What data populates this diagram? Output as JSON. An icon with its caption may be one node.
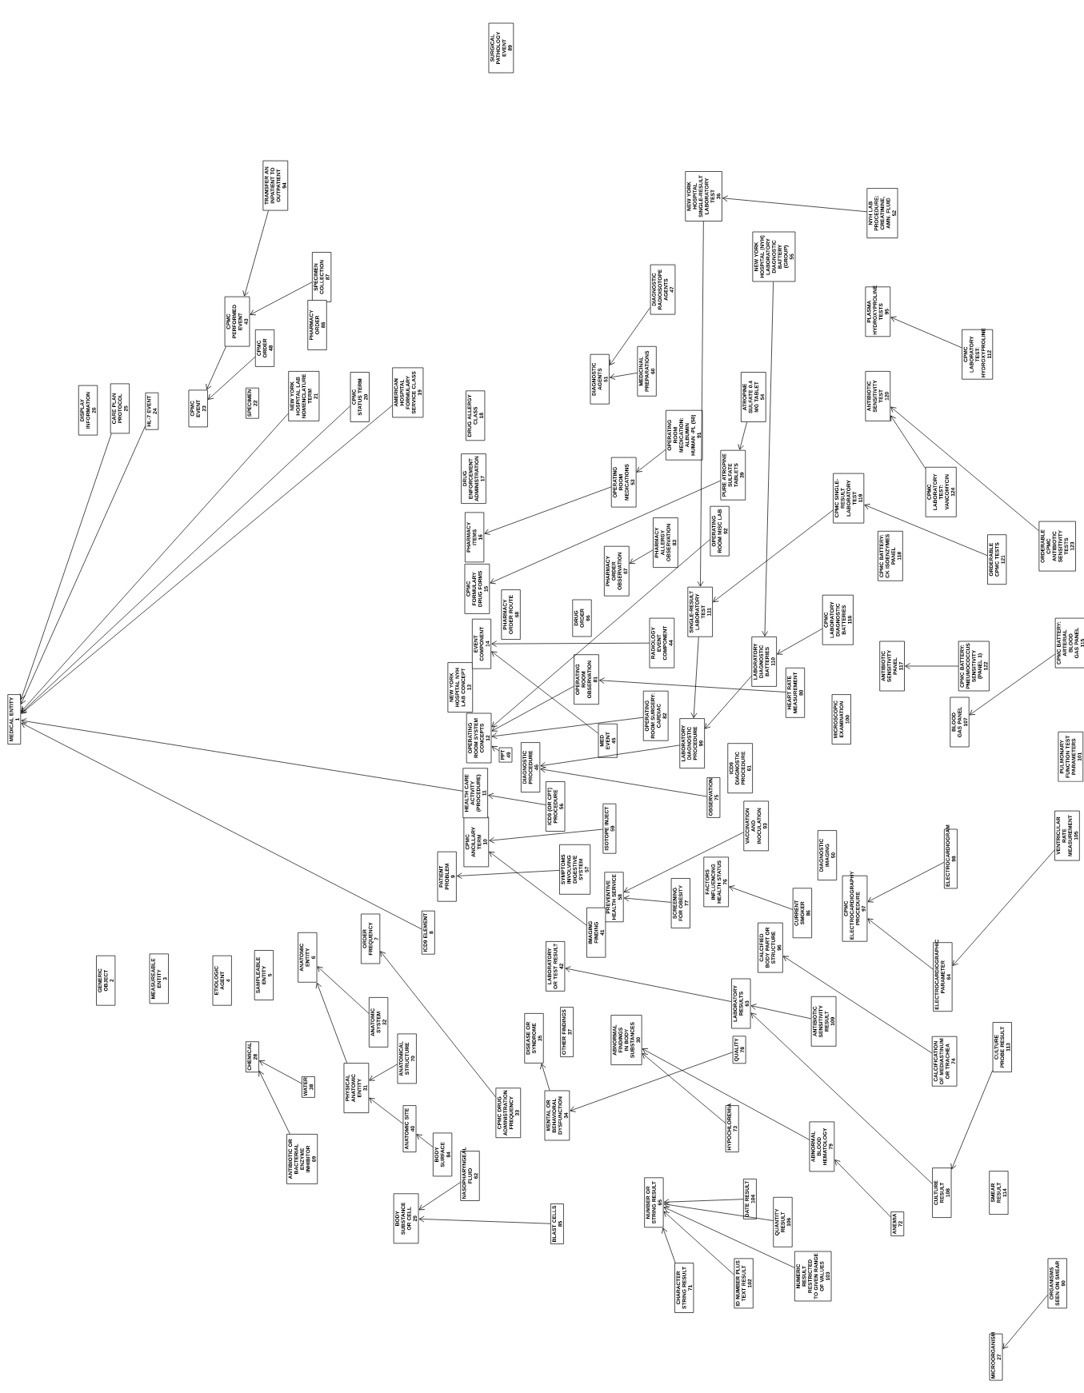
{
  "diagram": {
    "nodes": [
      {
        "text": [
          "MEDICAL ENTITY",
          "1"
        ]
      },
      {
        "text": [
          "GENERIC OBJECT",
          "2"
        ]
      },
      {
        "text": [
          "MEASUREABLE ENTITY",
          "3"
        ]
      },
      {
        "text": [
          "ETIOLOGIC AGENT",
          "4"
        ]
      },
      {
        "text": [
          "SAMPLEABLE ENTITY",
          "5"
        ]
      },
      {
        "text": [
          "ANATOMIC ENTITY",
          "6"
        ]
      },
      {
        "text": [
          "ORDER FREQUENCY",
          "7"
        ]
      },
      {
        "text": [
          "ICD9 ELEMENT",
          "8"
        ]
      },
      {
        "text": [
          "PATIENT PROBLEM",
          "9"
        ]
      },
      {
        "text": [
          "CPMC ANCILLARY TERM",
          "10"
        ]
      },
      {
        "text": [
          "HEALTH CARE ACTIVITY (PROCEDURE)",
          "11"
        ]
      },
      {
        "text": [
          "OPERATING ROOM SYSTEM CONCEPTS",
          "12"
        ]
      },
      {
        "text": [
          "NEW YORK HOSPITAL NYH LAB CONCEPT",
          "13"
        ]
      },
      {
        "text": [
          "EVENT COMPONENT",
          "14"
        ]
      },
      {
        "text": [
          "CPMC FORMULARY DRUG FORMS",
          "15"
        ]
      },
      {
        "text": [
          "PHARMACY ITEMS",
          "16"
        ]
      },
      {
        "text": [
          "DRUG ENFORCEMENT ADMINISTRATION",
          "17"
        ]
      },
      {
        "text": [
          "DRUG ALLERGY CLASS",
          "18"
        ]
      },
      {
        "text": [
          "AMERICAN HOSPITAL FORMULARY SERVICE CLASS",
          "19"
        ]
      },
      {
        "text": [
          "CPMC STATUS TERM",
          "20"
        ]
      },
      {
        "text": [
          "NEW YORK HOSPITAL LAB NOMENCLATURE TERM",
          "21"
        ]
      },
      {
        "text": [
          "SPECIMEN",
          "22"
        ]
      },
      {
        "text": [
          "CPMC EVENT",
          "23"
        ]
      },
      {
        "text": [
          "HL-7 EVENT",
          "24"
        ]
      },
      {
        "text": [
          "CARE PLAN PROTOCOL",
          "25"
        ]
      },
      {
        "text": [
          "DISPLAY INFORMATION",
          "26"
        ]
      },
      {
        "text": [
          "SURGICAL PATHOLOGY EVENT",
          "89"
        ]
      },
      {
        "text": [
          "TRANSFER AN INPATIENT TO OUTPATIENT",
          "94"
        ]
      },
      {
        "text": [
          "SPECIMEN COLLECTION",
          "87"
        ]
      },
      {
        "text": [
          "PHARMACY ORDER",
          "88"
        ]
      },
      {
        "text": [
          "CPMC PERFORMED EVENT",
          "43"
        ]
      },
      {
        "text": [
          "CPMC ORDER",
          "48"
        ]
      },
      {
        "text": [
          "PHARMACY ORDER ROUTE",
          "68"
        ]
      },
      {
        "text": [
          "PPT",
          "49"
        ]
      },
      {
        "text": [
          "DIAGNOSTIC PROCEDURE",
          "46"
        ]
      },
      {
        "text": [
          "ICD9 (OR CPT) PROCEDURE",
          "56"
        ]
      },
      {
        "text": [
          "ISOTOPE INJECT",
          "59"
        ]
      },
      {
        "text": [
          "SYMPTOMS INVOLVING DIGESTIVE SYSTEM",
          "57"
        ]
      },
      {
        "text": [
          "PREVENTIVE HEALTH SERVICE",
          "58"
        ]
      },
      {
        "text": [
          "IMAGING FINDING",
          "41"
        ]
      },
      {
        "text": [
          "SCREENING FOR OBESITY",
          "77"
        ]
      },
      {
        "text": [
          "FACTORS INFLUENCING HEALTH STATUS",
          "76"
        ]
      },
      {
        "text": [
          "CURRENT SMOKER",
          "86"
        ]
      },
      {
        "text": [
          "VACCINATION AND INOCULATION",
          "93"
        ]
      },
      {
        "text": [
          "OBSERVATION",
          "75"
        ]
      },
      {
        "text": [
          "ICD9 DIAGNOSTIC PROCEDURE",
          "61"
        ]
      },
      {
        "text": [
          "LABORATORY DIAGNOSTIC PROCEDURE",
          "99"
        ]
      },
      {
        "text": [
          "MED EVENT",
          "45"
        ]
      },
      {
        "text": [
          "OPERATING ROOM SURGERY: CARDIAC",
          "82"
        ]
      },
      {
        "text": [
          "OPERATING ROOM OBSERVATION",
          "81"
        ]
      },
      {
        "text": [
          "HEART RATE MEASUREMENT",
          "80"
        ]
      },
      {
        "text": [
          "LABORATORY DIAGNOSTIC BATTERIES",
          "110"
        ]
      },
      {
        "text": [
          "RADIOLOGY EVENT COMPONENT",
          "44"
        ]
      },
      {
        "text": [
          "DRUG ORDER",
          "66"
        ]
      },
      {
        "text": [
          "SINGLE-RESULT LABORATORY TEST",
          "111"
        ]
      },
      {
        "text": [
          "CPMC LABORATORY DIAGNOSTIC BATTERIES",
          "116"
        ]
      },
      {
        "text": [
          "PHARMACY ORDER OBSERVATION",
          "67"
        ]
      },
      {
        "text": [
          "PHARMACY ALLERGY OBSERVATION",
          "83"
        ]
      },
      {
        "text": [
          "OPERATING ROOM MISC LAB",
          "92"
        ]
      },
      {
        "text": [
          "OPERATING ROOM MEDICATIONS",
          "53"
        ]
      },
      {
        "text": [
          "OPERATING ROOM MEDICATION: ALBUMIN HUMAN -PL (50)",
          "91"
        ]
      },
      {
        "text": [
          "ATROPINE SULFATE 0.4 MG TABLET",
          "54"
        ]
      },
      {
        "text": [
          "PURE ATROPINE SULFATE TABLETS",
          "39"
        ]
      },
      {
        "text": [
          "DIAGNOSTIC AGENTS",
          "51"
        ]
      },
      {
        "text": [
          "MEDICINAL PREPARATIONS",
          "60"
        ]
      },
      {
        "text": [
          "DIAGNOSTIC RADIOISOTOPE AGENTS",
          "47"
        ]
      },
      {
        "text": [
          "NEW YORK HOSPITAL SINGLE-RESULT LABORATORY TEST",
          "36"
        ]
      },
      {
        "text": [
          "NEW YORK HOSPITAL (NYH) LABORATORY DIAGNOSTIC BATTERY (GROUP)",
          "55"
        ]
      },
      {
        "text": [
          "NYH LAB PROCEDURE: CREATININE, AMN. FLUID",
          "52"
        ]
      },
      {
        "text": [
          "PLASMA HYDROXYPROLINE TESTS",
          "95"
        ]
      },
      {
        "text": [
          "CPMC LABORATORY TEST: HYDROXYPROLINE",
          "112"
        ]
      },
      {
        "text": [
          "ANTIBIOTIC SENSITIVITY TEST",
          "120"
        ]
      },
      {
        "text": [
          "CPMC SINGLE-RESULT LABORATORY TEST",
          "119"
        ]
      },
      {
        "text": [
          "CPMC LABORATORY TEST: VANCOMYCIN",
          "124"
        ]
      },
      {
        "text": [
          "ORDERABLE CPMC ANTIBIOTIC SENSITIVITY TESTS",
          "123"
        ]
      },
      {
        "text": [
          "CPMC BATTERY: CK ISOENZYMES PANEL",
          "118"
        ]
      },
      {
        "text": [
          "ORDERABLE CPMC TESTS",
          "121"
        ]
      },
      {
        "text": [
          "ANTIBIOTIC SENSITIVITY PANEL",
          "117"
        ]
      },
      {
        "text": [
          "CPMC BATTERY: PNEUMOCOCCUS SENSITIVITY (PANEL 1)",
          "122"
        ]
      },
      {
        "text": [
          "CPMC BATTERY: ARTERIAL BLOOD GAS PANEL",
          "115"
        ]
      },
      {
        "text": [
          "BLOOD GAS PANEL",
          "107"
        ]
      },
      {
        "text": [
          "MICROSCOPIC EXAMINATION",
          "100"
        ]
      },
      {
        "text": [
          "PULMONARY FUNCTION TEST PARAMETERS",
          "101"
        ]
      },
      {
        "text": [
          "VENTRICULAR RATE MEASUREMENT",
          "105"
        ]
      },
      {
        "text": [
          "ELECTROCARDIOGRAM",
          "98"
        ]
      },
      {
        "text": [
          "DIAGNOSTIC IMAGING",
          "50"
        ]
      },
      {
        "text": [
          "CPMC ELECTROCARDIOGRAPHY PROCEDURE",
          "97"
        ]
      },
      {
        "text": [
          "ELECTROCARDIOGRAPHIC PARAMETER",
          "64"
        ]
      },
      {
        "text": [
          "CALCIFIED BODY PART OR STRUCTURE",
          "96"
        ]
      },
      {
        "text": [
          "LABORATORY RESULTS",
          "63"
        ]
      },
      {
        "text": [
          "ANTIBIOTIC SENSITIVITY RESULT",
          "109"
        ]
      },
      {
        "text": [
          "CALCIFICATION OF MEDIASTINUM OR TRACHEA",
          "74"
        ]
      },
      {
        "text": [
          "CULTURE PROBE RESULT",
          "113"
        ]
      },
      {
        "text": [
          "LABORATORY OR TEST RESULT",
          "42"
        ]
      },
      {
        "text": [
          "DISEASE OR SYNDROME",
          "35"
        ]
      },
      {
        "text": [
          "OTHER FINDINGS",
          "37"
        ]
      },
      {
        "text": [
          "ABNORMAL FINDINGS IN BODY SUBSTANCES",
          "30"
        ]
      },
      {
        "text": [
          "QUALITY",
          "78"
        ]
      },
      {
        "text": [
          "MENTAL OR BEHAVIORAL DYSFUNCTION",
          "34"
        ]
      },
      {
        "text": [
          "CPMC DRUG ADMINISTRATION FREQUENCY",
          "33"
        ]
      },
      {
        "text": [
          "HYPOCHLOREMIA",
          "73"
        ]
      },
      {
        "text": [
          "ABNORMAL BLOOD HEMATOLOGY",
          "79"
        ]
      },
      {
        "text": [
          "ANEMIA",
          "72"
        ]
      },
      {
        "text": [
          "CULTURE RESULT",
          "108"
        ]
      },
      {
        "text": [
          "SMEAR RESULT",
          "114"
        ]
      },
      {
        "text": [
          "NUMBER OR STRING RESULT",
          "65"
        ]
      },
      {
        "text": [
          "DATE RESULT",
          "104"
        ]
      },
      {
        "text": [
          "QUANTITY RESULT",
          "106"
        ]
      },
      {
        "text": [
          "NUMERIC RESULT RESTRICTED TO GIVEN RANGE OF VALUES",
          "103"
        ]
      },
      {
        "text": [
          "ID NUMBER PLUS TEXT RESULT",
          "102"
        ]
      },
      {
        "text": [
          "CHARACTER STRING RESULT",
          "71"
        ]
      },
      {
        "text": [
          "BLAST CELLS",
          "85"
        ]
      },
      {
        "text": [
          "ORGANISMS SEEN ON SMEAR",
          "90"
        ]
      },
      {
        "text": [
          "MICROORGANISM",
          "27"
        ]
      },
      {
        "text": [
          "CHEMICAL",
          "28"
        ]
      },
      {
        "text": [
          "WATER",
          "38"
        ]
      },
      {
        "text": [
          "ANTIBIOTIC OR BACTERIAL ENZYME INHIBITOR",
          "69"
        ]
      },
      {
        "text": [
          "ANATOMIC SYSTEM",
          "32"
        ]
      },
      {
        "text": [
          "ANATOMICAL STRUCTURE",
          "70"
        ]
      },
      {
        "text": [
          "PHYSICAL ANATOMIC ENTITY",
          "31"
        ]
      },
      {
        "text": [
          "ANATOMIC SITE",
          "40"
        ]
      },
      {
        "text": [
          "BODY SURFACE",
          "84"
        ]
      },
      {
        "text": [
          "BODY SUBSTANCE OR CELL",
          "29"
        ]
      },
      {
        "text": [
          "NASOPHARYNGEAL FLUID",
          "62"
        ]
      }
    ],
    "edges": [
      {
        "from": 27,
        "to": 30,
        "arrow": "to"
      },
      {
        "from": 28,
        "to": 30,
        "arrow": "to"
      },
      {
        "from": 30,
        "to": 22,
        "arrow": "to"
      },
      {
        "from": 31,
        "to": 22,
        "arrow": "to"
      },
      {
        "from": 24,
        "to": 0,
        "arrow": "to"
      },
      {
        "from": 23,
        "to": 0,
        "arrow": "to"
      },
      {
        "from": 20,
        "to": 0,
        "arrow": "to"
      },
      {
        "from": 19,
        "to": 0,
        "arrow": "to"
      },
      {
        "from": 18,
        "to": 0,
        "arrow": "to"
      },
      {
        "from": 10,
        "to": 0,
        "arrow": "to"
      },
      {
        "from": 7,
        "to": 0,
        "arrow": "to"
      },
      {
        "from": 66,
        "to": 54,
        "arrow": "to"
      },
      {
        "from": 68,
        "to": 66,
        "arrow": "to"
      },
      {
        "from": 67,
        "to": 51,
        "arrow": "to"
      },
      {
        "from": 65,
        "to": 63,
        "arrow": "to"
      },
      {
        "from": 64,
        "to": 63,
        "arrow": "to"
      },
      {
        "from": 60,
        "to": 59,
        "arrow": "to"
      },
      {
        "from": 61,
        "to": 62,
        "arrow": "to"
      },
      {
        "from": 70,
        "to": 69,
        "arrow": "to"
      },
      {
        "from": 73,
        "to": 71,
        "arrow": "to"
      },
      {
        "from": 74,
        "to": 71,
        "arrow": "to"
      },
      {
        "from": 59,
        "to": 15,
        "arrow": "to"
      },
      {
        "from": 62,
        "to": 14,
        "arrow": "to"
      },
      {
        "from": 58,
        "to": 11,
        "arrow": "to"
      },
      {
        "from": 57,
        "to": 56,
        "arrow": "to"
      },
      {
        "from": 72,
        "to": 54,
        "arrow": "to"
      },
      {
        "from": 76,
        "to": 72,
        "arrow": "to"
      },
      {
        "from": 55,
        "to": 51,
        "arrow": "to"
      },
      {
        "from": 54,
        "to": 46,
        "arrow": "to"
      },
      {
        "from": 51,
        "to": 46,
        "arrow": "to"
      },
      {
        "from": 52,
        "to": 13,
        "arrow": "to"
      },
      {
        "from": 47,
        "to": 13,
        "arrow": "to"
      },
      {
        "from": 49,
        "to": 11,
        "arrow": "to"
      },
      {
        "from": 50,
        "to": 49,
        "arrow": "to"
      },
      {
        "from": 48,
        "to": 11,
        "arrow": "to"
      },
      {
        "from": 33,
        "to": 11,
        "arrow": "to"
      },
      {
        "from": 46,
        "to": 34,
        "arrow": "to"
      },
      {
        "from": 44,
        "to": 34,
        "arrow": "to"
      },
      {
        "from": 35,
        "to": 10,
        "arrow": "to"
      },
      {
        "from": 36,
        "to": 9,
        "arrow": "to"
      },
      {
        "from": 39,
        "to": 9,
        "arrow": "to"
      },
      {
        "from": 37,
        "to": 8,
        "arrow": "to"
      },
      {
        "from": 43,
        "to": 38,
        "arrow": "to"
      },
      {
        "from": 40,
        "to": 38,
        "arrow": "to"
      },
      {
        "from": 42,
        "to": 41,
        "arrow": "to"
      },
      {
        "from": 84,
        "to": 86,
        "arrow": "to"
      },
      {
        "from": 87,
        "to": 86,
        "arrow": "to"
      },
      {
        "from": 83,
        "to": 87,
        "arrow": "to"
      },
      {
        "from": 78,
        "to": 77,
        "arrow": "to"
      },
      {
        "from": 79,
        "to": 80,
        "arrow": "to"
      },
      {
        "from": 91,
        "to": 88,
        "arrow": "to"
      },
      {
        "from": 89,
        "to": 93,
        "arrow": "to"
      },
      {
        "from": 90,
        "to": 89,
        "arrow": "to"
      },
      {
        "from": 103,
        "to": 89,
        "arrow": "to"
      },
      {
        "from": 92,
        "to": 103,
        "arrow": "to"
      },
      {
        "from": 97,
        "to": 98,
        "arrow": "to"
      },
      {
        "from": 98,
        "to": 94,
        "arrow": "to"
      },
      {
        "from": 100,
        "to": 96,
        "arrow": "to"
      },
      {
        "from": 101,
        "to": 96,
        "arrow": "to"
      },
      {
        "from": 102,
        "to": 101,
        "arrow": "to"
      },
      {
        "from": 106,
        "to": 105,
        "arrow": "to"
      },
      {
        "from": 107,
        "to": 105,
        "arrow": "to"
      },
      {
        "from": 108,
        "to": 105,
        "arrow": "to"
      },
      {
        "from": 109,
        "to": 105,
        "arrow": "to"
      },
      {
        "from": 110,
        "to": 105,
        "arrow": "to"
      },
      {
        "from": 111,
        "to": 122,
        "arrow": "to"
      },
      {
        "from": 123,
        "to": 122,
        "arrow": "to"
      },
      {
        "from": 112,
        "to": 113,
        "arrow": "to"
      },
      {
        "from": 99,
        "to": 6,
        "arrow": "to"
      },
      {
        "from": 117,
        "to": 5,
        "arrow": "to"
      },
      {
        "from": 119,
        "to": 5,
        "arrow": "to"
      },
      {
        "from": 118,
        "to": 119,
        "arrow": "to"
      },
      {
        "from": 120,
        "to": 119,
        "arrow": "to"
      },
      {
        "from": 121,
        "to": 120,
        "arrow": "to"
      },
      {
        "from": 115,
        "to": 114,
        "arrow": "to"
      },
      {
        "from": 116,
        "to": 114,
        "arrow": "to"
      }
    ]
  }
}
